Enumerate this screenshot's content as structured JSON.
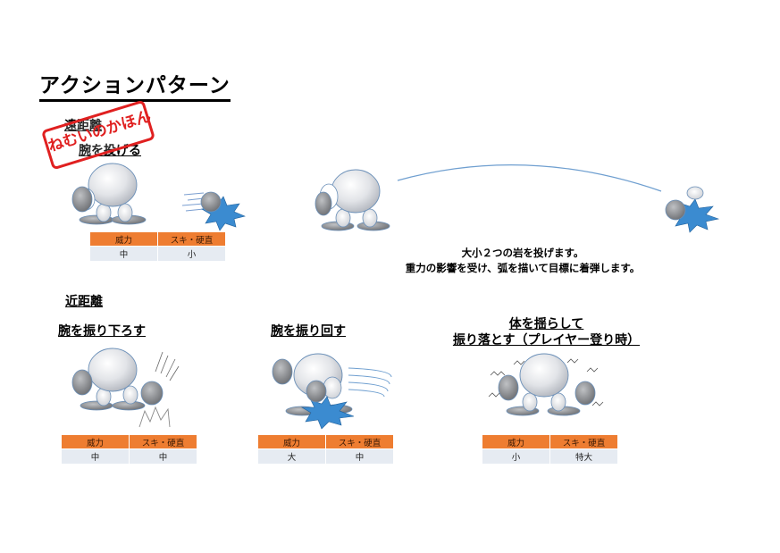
{
  "page": {
    "title": "アクションパターン",
    "stamp_text": "ねむいのかほん",
    "ranged": {
      "heading": "遠距離",
      "attack_name": "腕を投げる",
      "note_line1": "大小２つの岩を投げます。",
      "note_line2": "重力の影響を受け、弧を描いて目標に着弾します。",
      "stats": {
        "col1": "威力",
        "col2": "スキ・硬直",
        "power": "中",
        "recovery": "小"
      }
    },
    "melee": {
      "heading": "近距離",
      "attacks": [
        {
          "name": "腕を振り下ろす",
          "stats": {
            "col1": "威力",
            "col2": "スキ・硬直",
            "power": "中",
            "recovery": "中"
          }
        },
        {
          "name": "腕を振り回す",
          "stats": {
            "col1": "威力",
            "col2": "スキ・硬直",
            "power": "大",
            "recovery": "中"
          }
        },
        {
          "name_line1": "体を揺らして",
          "name_line2": "振り落とす（プレイヤー登り時）",
          "stats": {
            "col1": "威力",
            "col2": "スキ・硬直",
            "power": "小",
            "recovery": "特大"
          }
        }
      ]
    }
  },
  "colors": {
    "header_orange": "#ee7d31",
    "cell_bg": "#e6ebf2",
    "impact_blue": "#3b8bd0",
    "stamp_red": "#e02020",
    "arc_blue": "#6f9fd0"
  },
  "icons": [
    "golem-figure-icon",
    "rock-icon",
    "impact-burst-icon",
    "motion-lines-icon",
    "shake-lines-icon"
  ]
}
